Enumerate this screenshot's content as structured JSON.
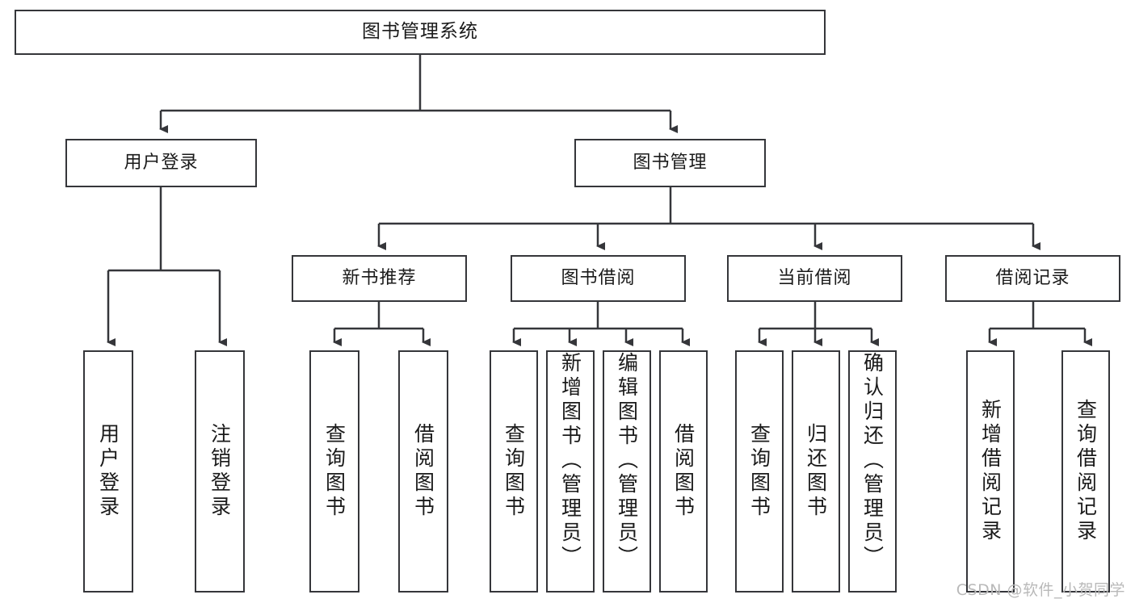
{
  "diagram": {
    "title": "图书管理系统",
    "type": "tree-hierarchy",
    "root": {
      "label": "图书管理系统"
    },
    "level1": [
      {
        "label": "用户登录"
      },
      {
        "label": "图书管理"
      }
    ],
    "level2": [
      {
        "label": "新书推荐"
      },
      {
        "label": "图书借阅"
      },
      {
        "label": "当前借阅"
      },
      {
        "label": "借阅记录"
      }
    ],
    "leaves": {
      "user_login": [
        {
          "label": "用户登录"
        },
        {
          "label": "注销登录"
        }
      ],
      "new_book_recommend": [
        {
          "label": "查询图书"
        },
        {
          "label": "借阅图书"
        }
      ],
      "book_borrow": [
        {
          "label": "查询图书"
        },
        {
          "label": "新增图书（管理员）"
        },
        {
          "label": "编辑图书（管理员）"
        },
        {
          "label": "借阅图书"
        }
      ],
      "current_borrow": [
        {
          "label": "查询图书"
        },
        {
          "label": "归还图书"
        },
        {
          "label": "确认归还（管理员）"
        }
      ],
      "borrow_records": [
        {
          "label": "新增借阅记录"
        },
        {
          "label": "查询借阅记录"
        }
      ]
    }
  },
  "watermark": {
    "text": "CSDN @软件_小贺同学"
  },
  "colors": {
    "stroke": "#35363a",
    "fill": "#ffffff",
    "text": "#1a1a1a",
    "watermark": "#b9b9b9"
  }
}
